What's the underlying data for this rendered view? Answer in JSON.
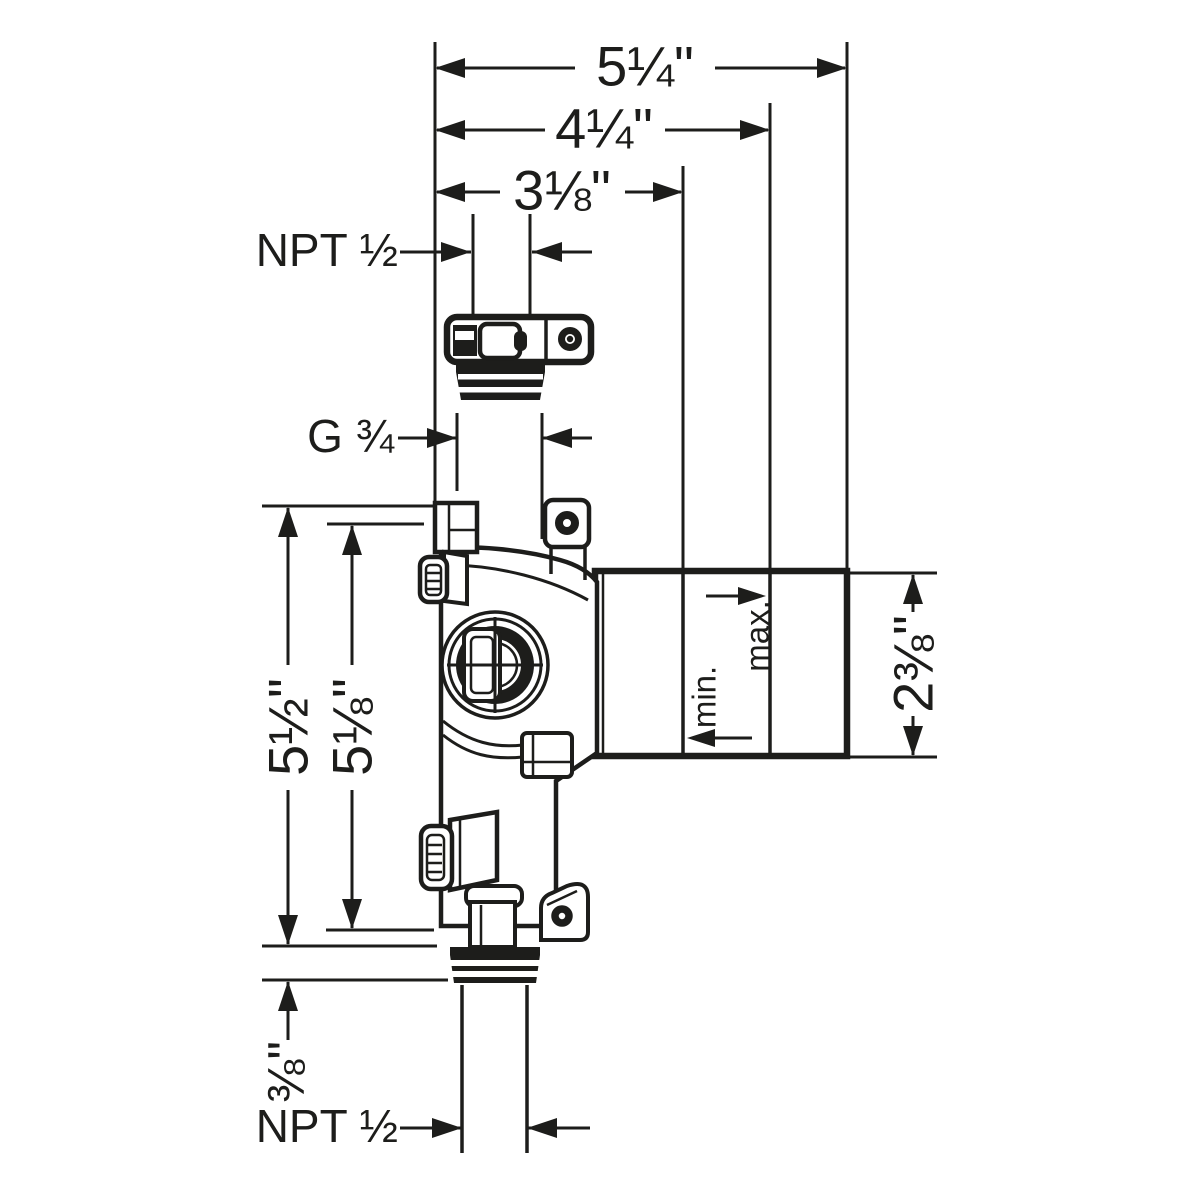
{
  "drawing": {
    "kind": "technical dimension drawing",
    "subject": "concealed rough-in valve body with extension sleeve",
    "units": "inches"
  },
  "colors": {
    "line": "#1d1d1b",
    "background": "#ffffff"
  },
  "labels": {
    "dim_width_outer": "5¼\"",
    "dim_width_mid": "4¼\"",
    "dim_width_inner": "3⅛\"",
    "npt_top": "NPT ½",
    "g_thread": "G ¾",
    "dim_height_outer": "5½\"",
    "dim_height_inner": "5⅛\"",
    "dim_sleeve_depth": "2⅜\"",
    "dim_bottom_offset": "⅜\"",
    "npt_bottom": "NPT ½",
    "depth_min": "min.",
    "depth_max": "max."
  }
}
